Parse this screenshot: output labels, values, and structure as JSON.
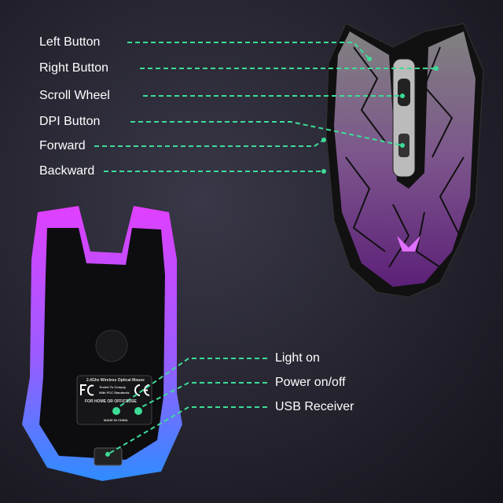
{
  "callouts_top": [
    {
      "label": "Left Button"
    },
    {
      "label": "Right Button"
    },
    {
      "label": "Scroll Wheel"
    },
    {
      "label": "DPI Button"
    },
    {
      "label": "Forward"
    },
    {
      "label": "Backward"
    }
  ],
  "callouts_bottom": [
    {
      "label": "Light on"
    },
    {
      "label": "Power on/off"
    },
    {
      "label": "USB Receiver"
    }
  ],
  "sticker": {
    "title": "2.4Ghz Wireless Optical Mouse",
    "fcc_line1": "Tested To Comply",
    "fcc_line2": "With FCC Standards",
    "use": "FOR HOME OR OFFICEUSE",
    "origin": "MADE IN CHINA"
  },
  "colors": {
    "callout_line": "#3ddc97",
    "glow_top": "#d24cf0",
    "glow_bottom": "#3a8cff"
  }
}
